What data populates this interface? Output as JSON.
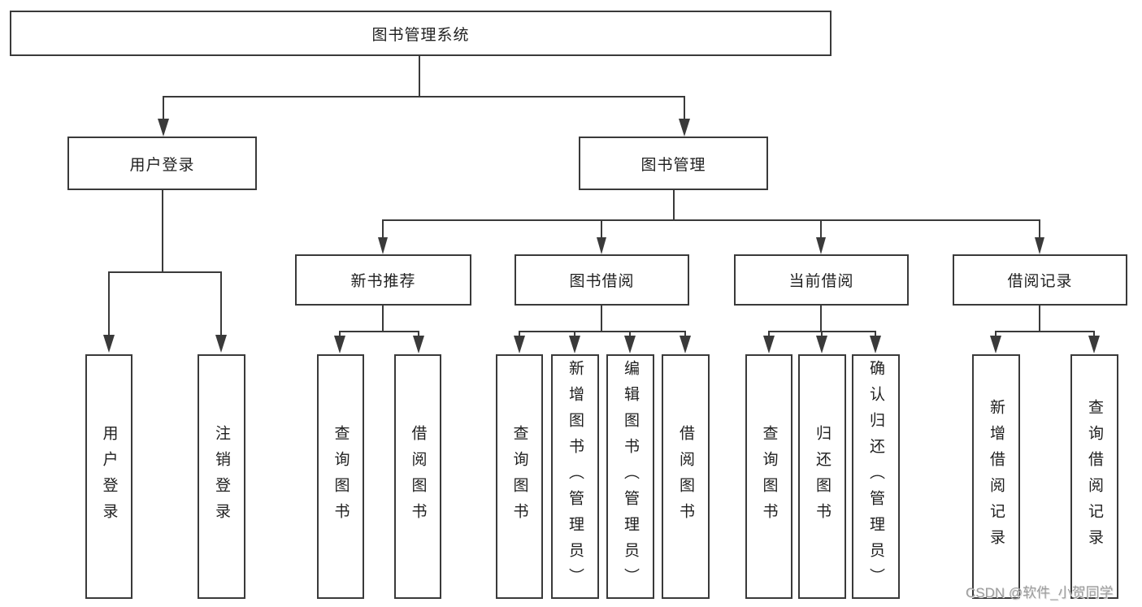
{
  "diagram": {
    "root": {
      "label": "图书管理系统"
    },
    "branches": [
      {
        "label": "用户登录",
        "children": [
          "用户登录",
          "注销登录"
        ]
      },
      {
        "label": "图书管理",
        "sections": [
          {
            "label": "新书推荐",
            "children": [
              "查询图书",
              "借阅图书"
            ]
          },
          {
            "label": "图书借阅",
            "children": [
              "查询图书",
              "新增图书（管理员）",
              "编辑图书（管理员）",
              "借阅图书"
            ]
          },
          {
            "label": "当前借阅",
            "children": [
              "查询图书",
              "归还图书",
              "确认归还（管理员）"
            ]
          },
          {
            "label": "借阅记录",
            "children": [
              "新增借阅记录",
              "查询借阅记录"
            ]
          }
        ]
      }
    ]
  },
  "watermark": {
    "text": "CSDN @软件_小贺同学"
  },
  "colors": {
    "line": "#3a3a3a",
    "text": "#1f1f1f",
    "watermark": "#9c9c9c",
    "background": "#ffffff"
  }
}
